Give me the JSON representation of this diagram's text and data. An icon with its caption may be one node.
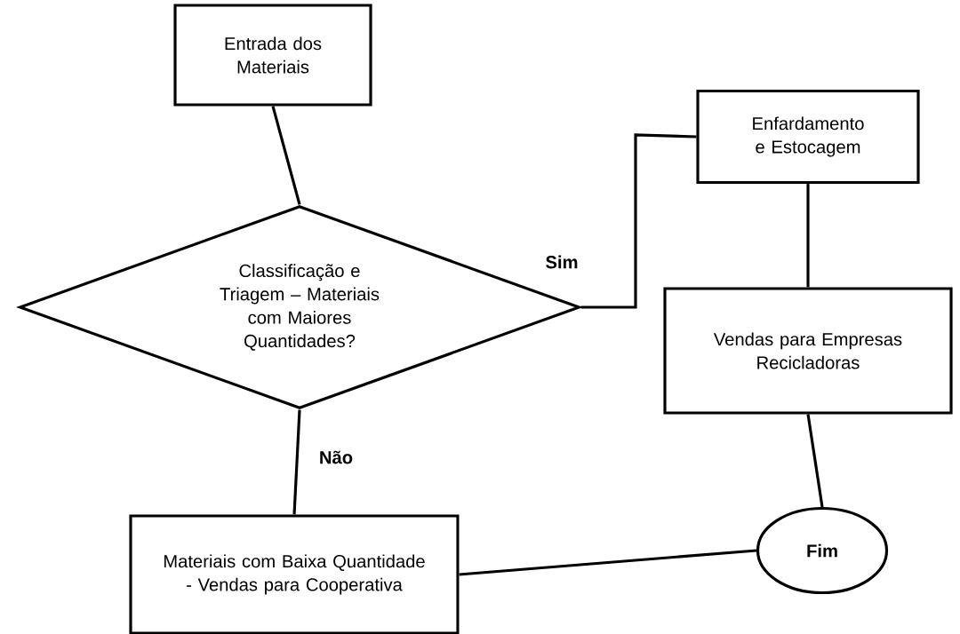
{
  "diagram": {
    "nodes": [
      {
        "text": [
          "Entrada dos Materiais"
        ]
      },
      {
        "text": [
          "Classificação e Triagem – Materiais com Maiores Quantidades?"
        ]
      },
      {
        "text": [
          "Enfardamento e Estocagem"
        ]
      },
      {
        "text": [
          "Vendas para Empresas Recicladoras"
        ]
      },
      {
        "text": [
          "Materiais com Baixa Quantidade - Vendas para Cooperativa"
        ]
      },
      {
        "text": [
          "Fim"
        ]
      }
    ],
    "edges": [
      {
        "from": 0,
        "to": 1,
        "arrow": "none"
      },
      {
        "from": 1,
        "to": 2,
        "arrow": "none",
        "label": "Sim"
      },
      {
        "from": 2,
        "to": 3,
        "arrow": "none"
      },
      {
        "from": 1,
        "to": 4,
        "arrow": "none",
        "label": "Não"
      },
      {
        "from": 3,
        "to": 5,
        "arrow": "none"
      },
      {
        "from": 4,
        "to": 5,
        "arrow": "none"
      }
    ]
  }
}
